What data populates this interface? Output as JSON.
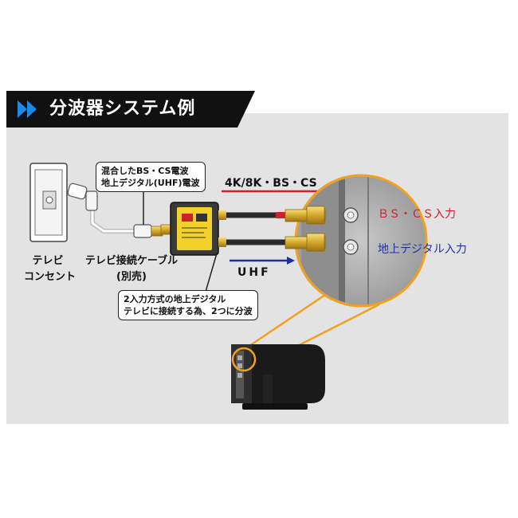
{
  "header": {
    "title": "分波器システム例"
  },
  "labels": {
    "outlet_line1": "テレビ",
    "outlet_line2": "コンセント",
    "cable_line1": "テレビ接続ケーブル",
    "cable_line2": "(別売)",
    "signal_top": "4K/8K・BS・CS",
    "signal_bottom": "UHF",
    "input_bs": "ＢＳ・ＣＳ入力",
    "input_uhf": "地上デジタル入力"
  },
  "callouts": {
    "mixed_line1": "混合したBS・CS電波",
    "mixed_line2": "地上デジタル(UHF)電波",
    "split_line1": "2入力方式の地上デジタル",
    "split_line2": "テレビに接続する為、2つに分波"
  },
  "colors": {
    "accent_blue": "#1e88e5",
    "banner_black": "#111111",
    "arrow_red": "#d0202a",
    "arrow_blue": "#1f2fa0",
    "highlight_orange": "#f2a020",
    "panel_gray": "#e3e3e3"
  }
}
